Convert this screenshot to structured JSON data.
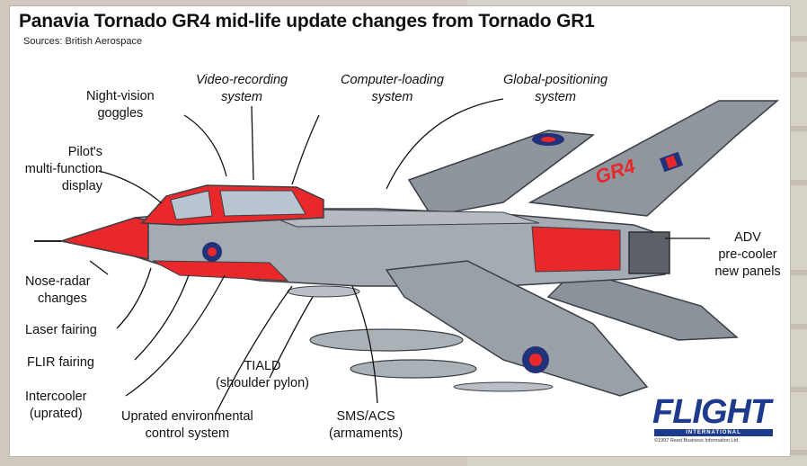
{
  "title": "Panavia Tornado GR4 mid-life update changes from Tornado GR1",
  "source": "Sources: British Aerospace",
  "labels": {
    "night_vision": [
      "Night-vision",
      "goggles"
    ],
    "video_recording": [
      "Video-recording",
      "system"
    ],
    "computer_loading": [
      "Computer-loading",
      "system"
    ],
    "global_positioning": [
      "Global-positioning",
      "system"
    ],
    "pilot_mfd": [
      "Pilot's",
      "multi-function",
      "display"
    ],
    "adv": [
      "ADV",
      "pre-cooler",
      "new panels"
    ],
    "nose_radar": [
      "Nose-radar",
      "changes"
    ],
    "laser_fairing": "Laser fairing",
    "flir_fairing": "FLIR fairing",
    "intercooler": [
      "Intercooler",
      "(uprated)"
    ],
    "environmental": [
      "Uprated environmental",
      "control system"
    ],
    "tiald": [
      "TIALD",
      "(shoulder pylon)"
    ],
    "sms_acs": [
      "SMS/ACS",
      "(armaments)"
    ]
  },
  "aircraft_marking": "GR4",
  "logo": {
    "word": "FLIGHT",
    "sub": "INTERNATIONAL",
    "copyright": "©1997 Reed Business Information Ltd"
  },
  "colors": {
    "accent_red": "#e8282a",
    "airframe_grey": "#9aa1a8",
    "roundel_blue": "#22327a",
    "brand_blue": "#1d3a8c"
  }
}
